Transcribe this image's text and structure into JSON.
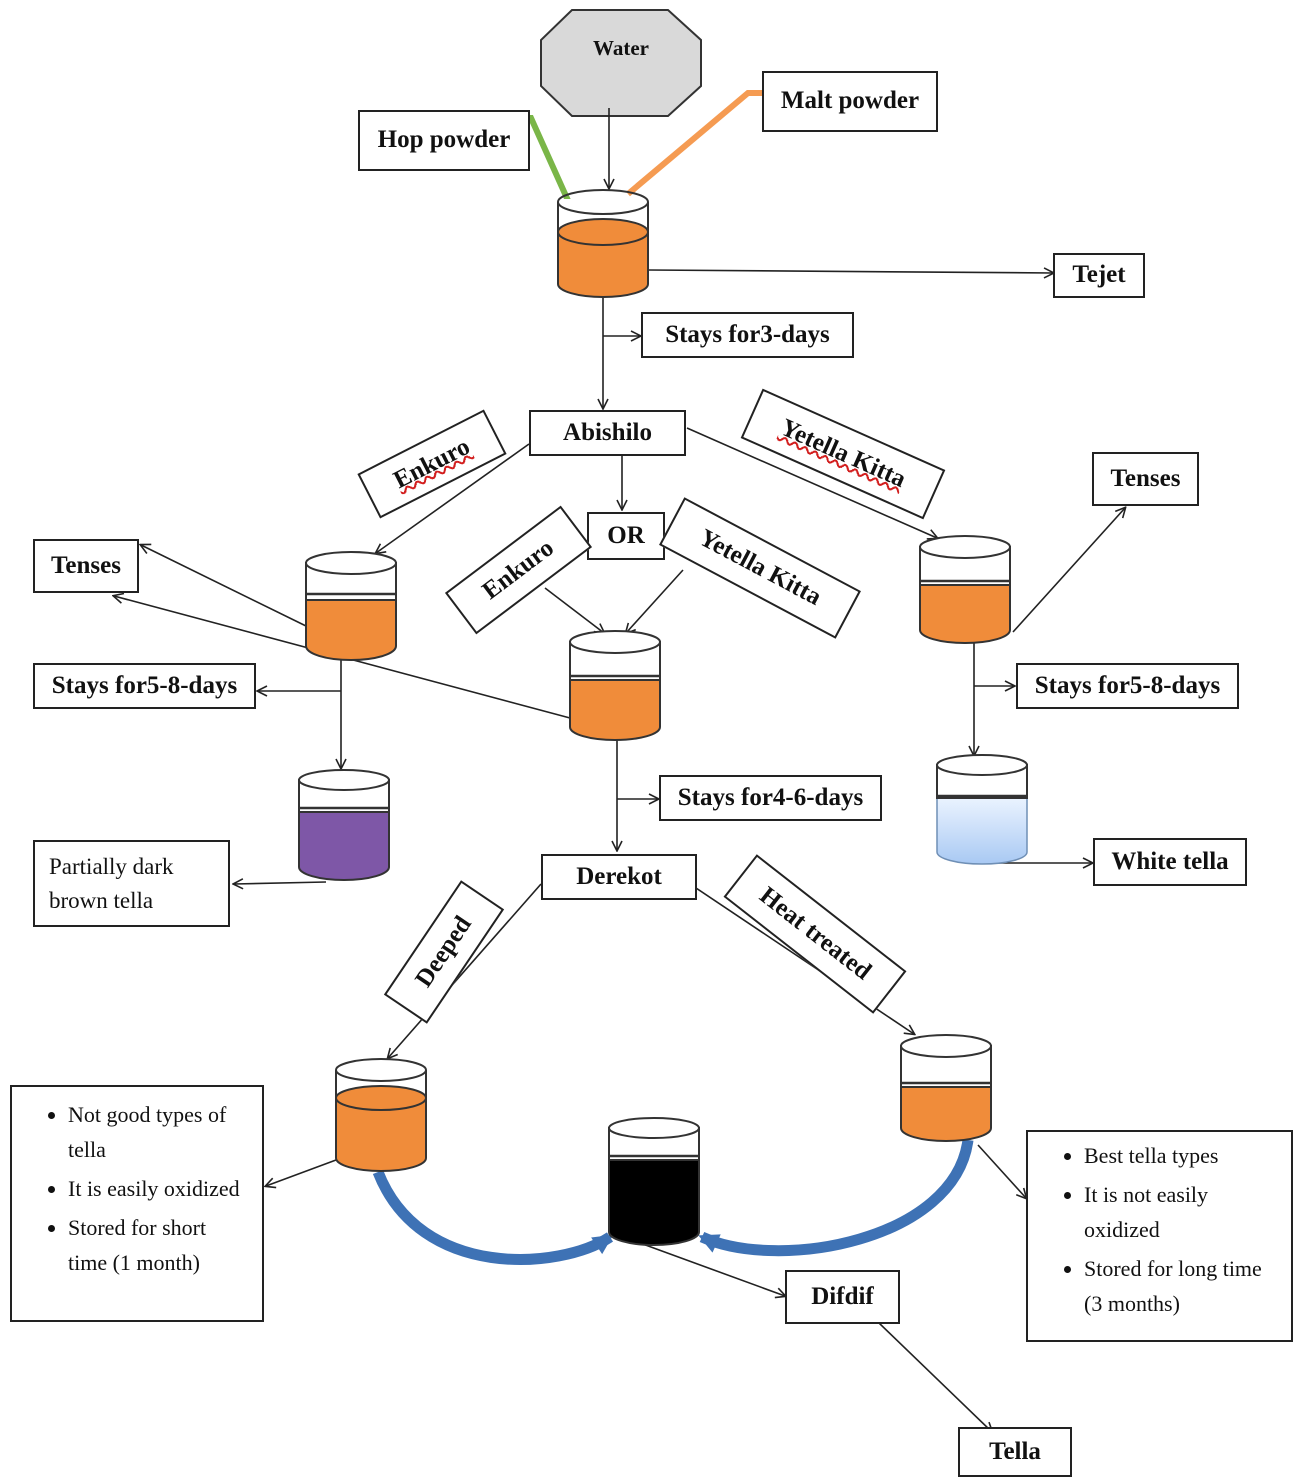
{
  "water": "Water",
  "hop_powder": "Hop powder",
  "malt_powder": "Malt powder",
  "tejet": "Tejet",
  "stay_3": "Stays for3-days",
  "abishilo": "Abishilo",
  "enkuro_left": "Enkuro",
  "yetella_kitta_right": "Yetella Kitta",
  "or": "OR",
  "enkuro_mid": "Enkuro",
  "yetella_kitta_mid": "Yetella  Kitta",
  "tenses_left": "Tenses",
  "tenses_right": "Tenses",
  "stay_5_8_left": "Stays for5-8-days",
  "stay_5_8_right": "Stays for5-8-days",
  "stay_4_6": "Stays for4-6-days",
  "partially_dark_line1": "Partially dark",
  "partially_dark_line2": "brown  tella",
  "derekot": "Derekot",
  "white_tella": "White tella",
  "deeped": "Deeped",
  "heat_treated": "Heat treated",
  "left_notes": [
    "Not good types of tella",
    "It is  easily oxidized",
    "Stored for  short time  (1 month)"
  ],
  "right_notes": [
    "Best tella types",
    "It is not easily oxidized",
    "Stored for  long time (3 months)"
  ],
  "difdif": "Difdif",
  "tella": "Tella",
  "colors": {
    "orange": "#f08c3a",
    "purple": "#7e57a7",
    "light_blue": "#c5dcf7",
    "black": "#000000",
    "hop_line": "#7ab648",
    "malt_line": "#f59b52",
    "curve_blue": "#3e72b5",
    "octagon": "#d9d9d9"
  }
}
